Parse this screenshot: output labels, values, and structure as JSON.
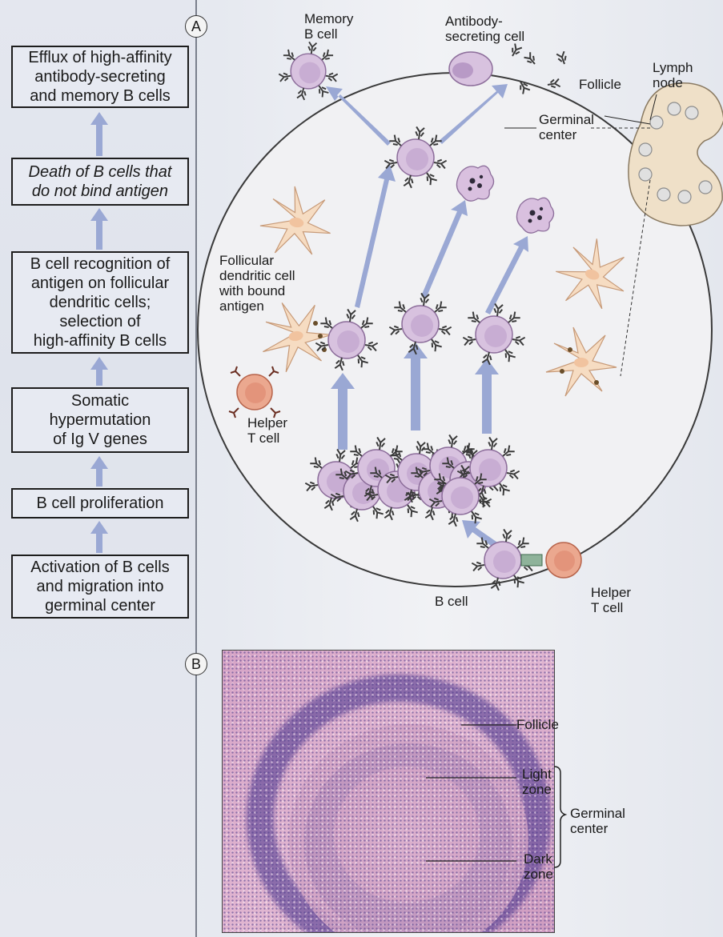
{
  "panel_a": {
    "label": "A",
    "flow_steps": [
      {
        "text": "Efflux of high-affinity\nantibody-secreting\nand memory B cells",
        "italic": false
      },
      {
        "text": "Death of B cells that\ndo not bind antigen",
        "italic": true
      },
      {
        "text": "B cell recognition of\nantigen on follicular\ndendritic cells;\nselection of\nhigh-affinity B cells",
        "italic": false
      },
      {
        "text": "Somatic\nhypermutation\nof Ig V genes",
        "italic": false
      },
      {
        "text": "B cell proliferation",
        "italic": false
      },
      {
        "text": "Activation of B cells\nand migration into\ngerminal center",
        "italic": false
      }
    ],
    "labels": {
      "memory_b_cell": "Memory\nB cell",
      "antibody_secreting_cell": "Antibody-\nsecreting cell",
      "follicle": "Follicle",
      "lymph_node": "Lymph\nnode",
      "germinal_center": "Germinal\ncenter",
      "follicular_dendritic_cell": "Follicular\ndendritic cell\nwith bound\nantigen",
      "helper_t_cell_left": "Helper\nT cell",
      "b_cell": "B cell",
      "helper_t_cell_right": "Helper\nT cell"
    }
  },
  "panel_b": {
    "label": "B",
    "labels": {
      "follicle": "Follicle",
      "light_zone": "Light\nzone",
      "dark_zone": "Dark\nzone",
      "germinal_center": "Germinal\ncenter"
    }
  },
  "colors": {
    "b_cell": "#d8c2df",
    "b_cell_nucleus": "#b89ac6",
    "helper_t_cell": "#e9a28a",
    "fdc": "#f6dcc2",
    "arrow": "#9aa8d4",
    "germinal_center_fill": "#f1f1f3"
  }
}
